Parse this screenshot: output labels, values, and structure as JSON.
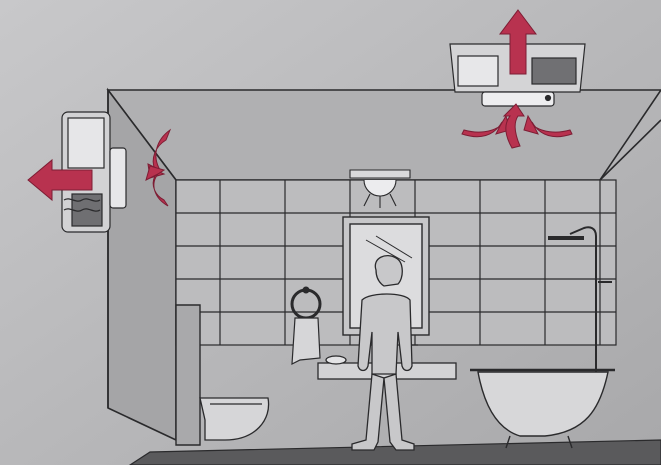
{
  "scene": {
    "subject": "bathroom-ventilation-illustration",
    "colors": {
      "background": "#b5b5b7",
      "wall": "#a9a9ab",
      "floor": "#5a5a5c",
      "line": "#2a2a2c",
      "airflow_arrow": "#b8324f",
      "fixture_fill": "#cfd0d2"
    },
    "airflow": {
      "wall_fan": "exhaust-left",
      "ceiling_fan": "exhaust-up"
    },
    "fixtures": [
      "wall-mounted-extractor-fan",
      "ceiling-extractor-fan",
      "ceiling-light",
      "mirror",
      "towel-ring",
      "towel",
      "washbasin-counter",
      "wall-hung-toilet",
      "bathtub",
      "shower",
      "person"
    ]
  }
}
